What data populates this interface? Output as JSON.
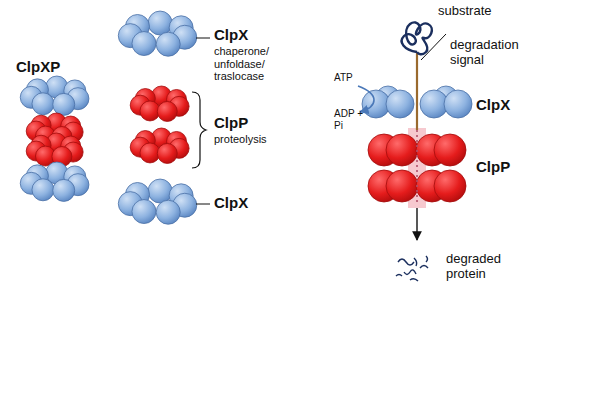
{
  "diagram": {
    "labels": [
      "ClpXP",
      "ClpX",
      "chaperone/ unfoldase/ traslocase",
      "ClpP",
      "proteolysis",
      "ClpX",
      "substrate",
      "degradation signal",
      "ATP",
      "ADP + Pi",
      "ClpX",
      "ClpP",
      "degraded protein"
    ]
  }
}
